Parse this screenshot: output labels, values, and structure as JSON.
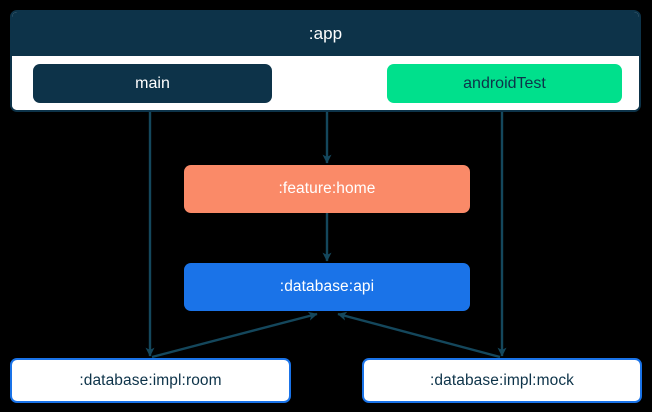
{
  "diagram": {
    "type": "module-dependency-graph",
    "background_color": "#000000",
    "edge_color": "#14475C",
    "app_module": {
      "title": ":app",
      "title_color": "#FFFFFF",
      "header_color": "#0D3349",
      "body_color": "#FFFFFF",
      "border_color": "#0D3349",
      "source_sets": [
        {
          "label": "main",
          "fill": "#0D3349",
          "text_color": "#FFFFFF"
        },
        {
          "label": "androidTest",
          "fill": "#00E08C",
          "text_color": "#0D3349"
        }
      ]
    },
    "nodes": [
      {
        "id": "feature-home",
        "label": ":feature:home",
        "fill": "#FA8A68",
        "text_color": "#FFFFFF"
      },
      {
        "id": "database-api",
        "label": ":database:api",
        "fill": "#1A73E8",
        "text_color": "#FFFFFF"
      },
      {
        "id": "database-impl-room",
        "label": ":database:impl:room",
        "fill": "#FFFFFF",
        "border": "#1A73E8",
        "text_color": "#0D3349"
      },
      {
        "id": "database-impl-mock",
        "label": ":database:impl:mock",
        "fill": "#FFFFFF",
        "border": "#1A73E8",
        "text_color": "#0D3349"
      }
    ],
    "edges": [
      {
        "from": "app",
        "to": "feature-home"
      },
      {
        "from": "feature-home",
        "to": "database-api"
      },
      {
        "from": "main",
        "to": "database-impl-room"
      },
      {
        "from": "androidTest",
        "to": "database-impl-mock"
      },
      {
        "from": "database-impl-room",
        "to": "database-api"
      },
      {
        "from": "database-impl-mock",
        "to": "database-api"
      }
    ]
  }
}
